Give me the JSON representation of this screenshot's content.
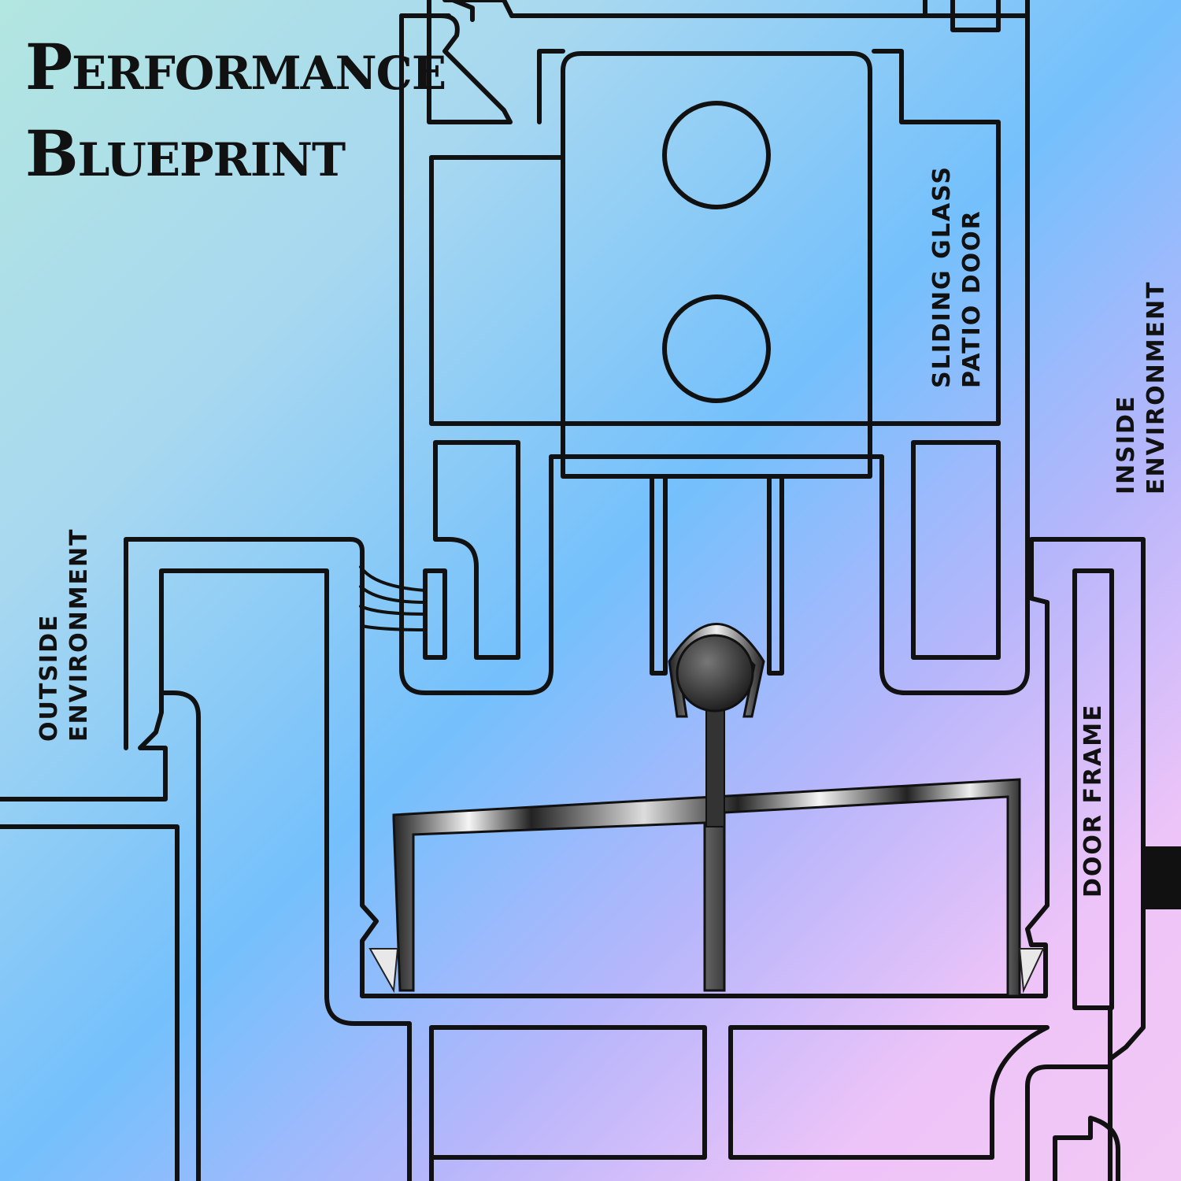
{
  "title": {
    "line1_first": "P",
    "line1_rest": "ERFORMANCE",
    "line2_first": "B",
    "line2_rest": "LUEPRINT"
  },
  "labels": {
    "outside_line1": "OUTSIDE",
    "outside_line2": "ENVIRONMENT",
    "inside_line1": "INSIDE",
    "inside_line2": "ENVIRONMENT",
    "door_line1": "SLIDING GLASS",
    "door_line2": "PATIO DOOR",
    "frame": "DOOR FRAME"
  },
  "colors": {
    "gradient_start": "#b2e6e0",
    "gradient_mid": "#74c0fc",
    "gradient_end": "#f2c8f4",
    "outline": "#111111",
    "metal_dark": "#222222",
    "metal_light": "#f5f5f5"
  }
}
